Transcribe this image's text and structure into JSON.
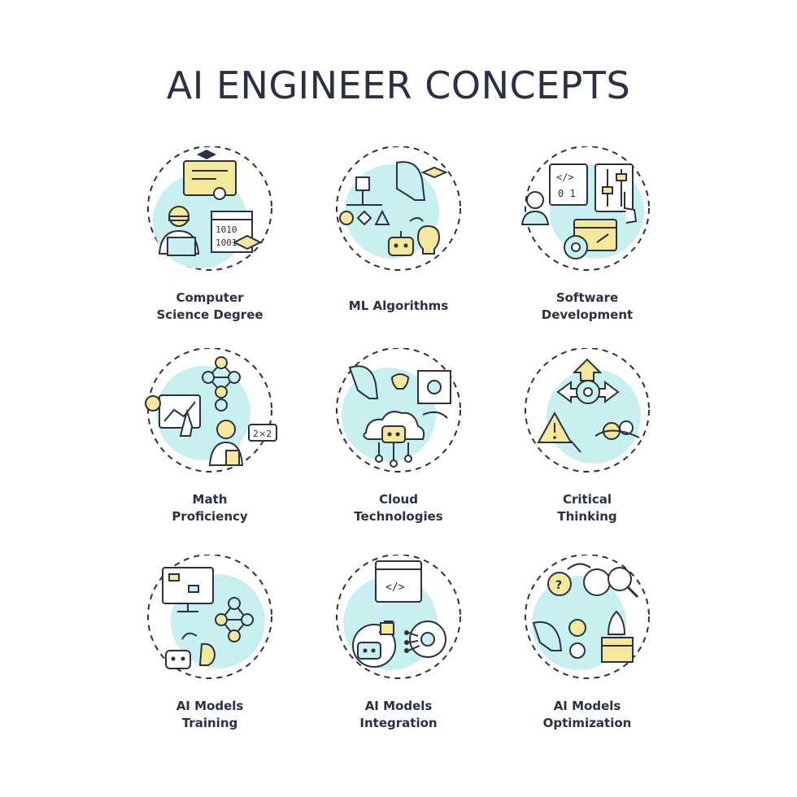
{
  "title": "AI ENGINEER CONCEPTS",
  "colors": {
    "stroke": "#2b3044",
    "accent_blue": "#c8f0f0",
    "accent_yellow": "#f4e89a",
    "background": "#ffffff"
  },
  "items": [
    {
      "line1": "Computer",
      "line2": "Science Degree",
      "icon": "computer-science-degree-icon"
    },
    {
      "line1": "ML Algorithms",
      "line2": "",
      "icon": "ml-algorithms-icon"
    },
    {
      "line1": "Software",
      "line2": "Development",
      "icon": "software-development-icon"
    },
    {
      "line1": "Math",
      "line2": "Proficiency",
      "icon": "math-proficiency-icon"
    },
    {
      "line1": "Cloud",
      "line2": "Technologies",
      "icon": "cloud-technologies-icon"
    },
    {
      "line1": "Critical",
      "line2": "Thinking",
      "icon": "critical-thinking-icon"
    },
    {
      "line1": "AI Models",
      "line2": "Training",
      "icon": "ai-models-training-icon"
    },
    {
      "line1": "AI Models",
      "line2": "Integration",
      "icon": "ai-models-integration-icon"
    },
    {
      "line1": "AI Models",
      "line2": "Optimization",
      "icon": "ai-models-optimization-icon"
    }
  ],
  "icon_text": {
    "binary1": "1010",
    "binary2": "1001",
    "code_tag": "</>",
    "code_bits": "0 1",
    "math": "2×2"
  }
}
